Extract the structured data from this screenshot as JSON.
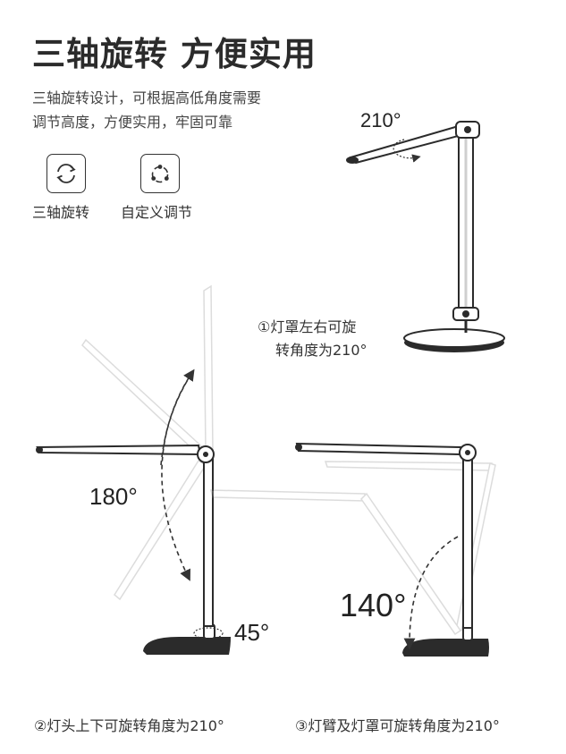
{
  "title": "三轴旋转 方便实用",
  "description": {
    "line1": "三轴旋转设计，可根据高低角度需要",
    "line2": "调节高度，方便实用，牢固可靠"
  },
  "features": [
    {
      "label": "三轴旋转",
      "icon": "rotate-arrows-icon"
    },
    {
      "label": "自定义调节",
      "icon": "custom-adjust-icon"
    }
  ],
  "lamp1": {
    "angle": "210°",
    "caption_line1": "①灯罩左右可旋",
    "caption_line2": "转角度为210°"
  },
  "lamp2": {
    "angle_main": "180°",
    "angle_base": "45°",
    "caption": "②灯头上下可旋转角度为210°"
  },
  "lamp3": {
    "angle": "140°",
    "caption": "③灯臂及灯罩可旋转角度为210°"
  }
}
